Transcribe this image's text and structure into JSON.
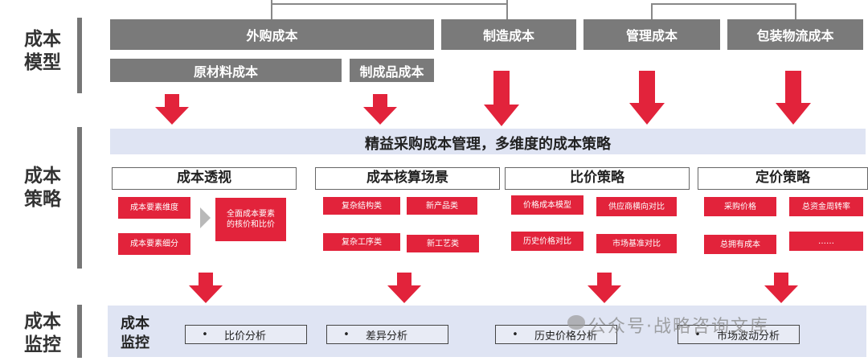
{
  "sections": {
    "model": "成本\n模型",
    "strategy": "成本\n策略",
    "monitor": "成本\n监控"
  },
  "model": {
    "top": [
      "外购成本",
      "制造成本",
      "管理成本",
      "包装物流成本"
    ],
    "sub": [
      "原材料成本",
      "制成品成本"
    ]
  },
  "strategy": {
    "banner": "精益采购成本管理，多维度的成本策略",
    "groups": [
      {
        "title": "成本透视",
        "items": [
          "成本要素维度",
          "成本要素细分",
          "全面成本要素\n的核价和比价"
        ]
      },
      {
        "title": "成本核算场景",
        "items": [
          "复杂结构类",
          "新产品类",
          "复杂工序类",
          "新工艺类"
        ]
      },
      {
        "title": "比价策略",
        "items": [
          "价格成本模型",
          "供应商横向对比",
          "历史价格对比",
          "市场基准对比"
        ]
      },
      {
        "title": "定价策略",
        "items": [
          "采购价格",
          "总资金周转率",
          "总拥有成本",
          "……"
        ]
      }
    ]
  },
  "monitor": {
    "label": "成本\n监控",
    "bullet": "•",
    "items": [
      "比价分析",
      "差异分析",
      "历史价格分析",
      "市场波动分析"
    ]
  },
  "watermark": "公众号·战略咨询文库",
  "colors": {
    "red": "#e2233b",
    "gray_bar": "#7a7a7a",
    "band": "#dfe4f3"
  }
}
